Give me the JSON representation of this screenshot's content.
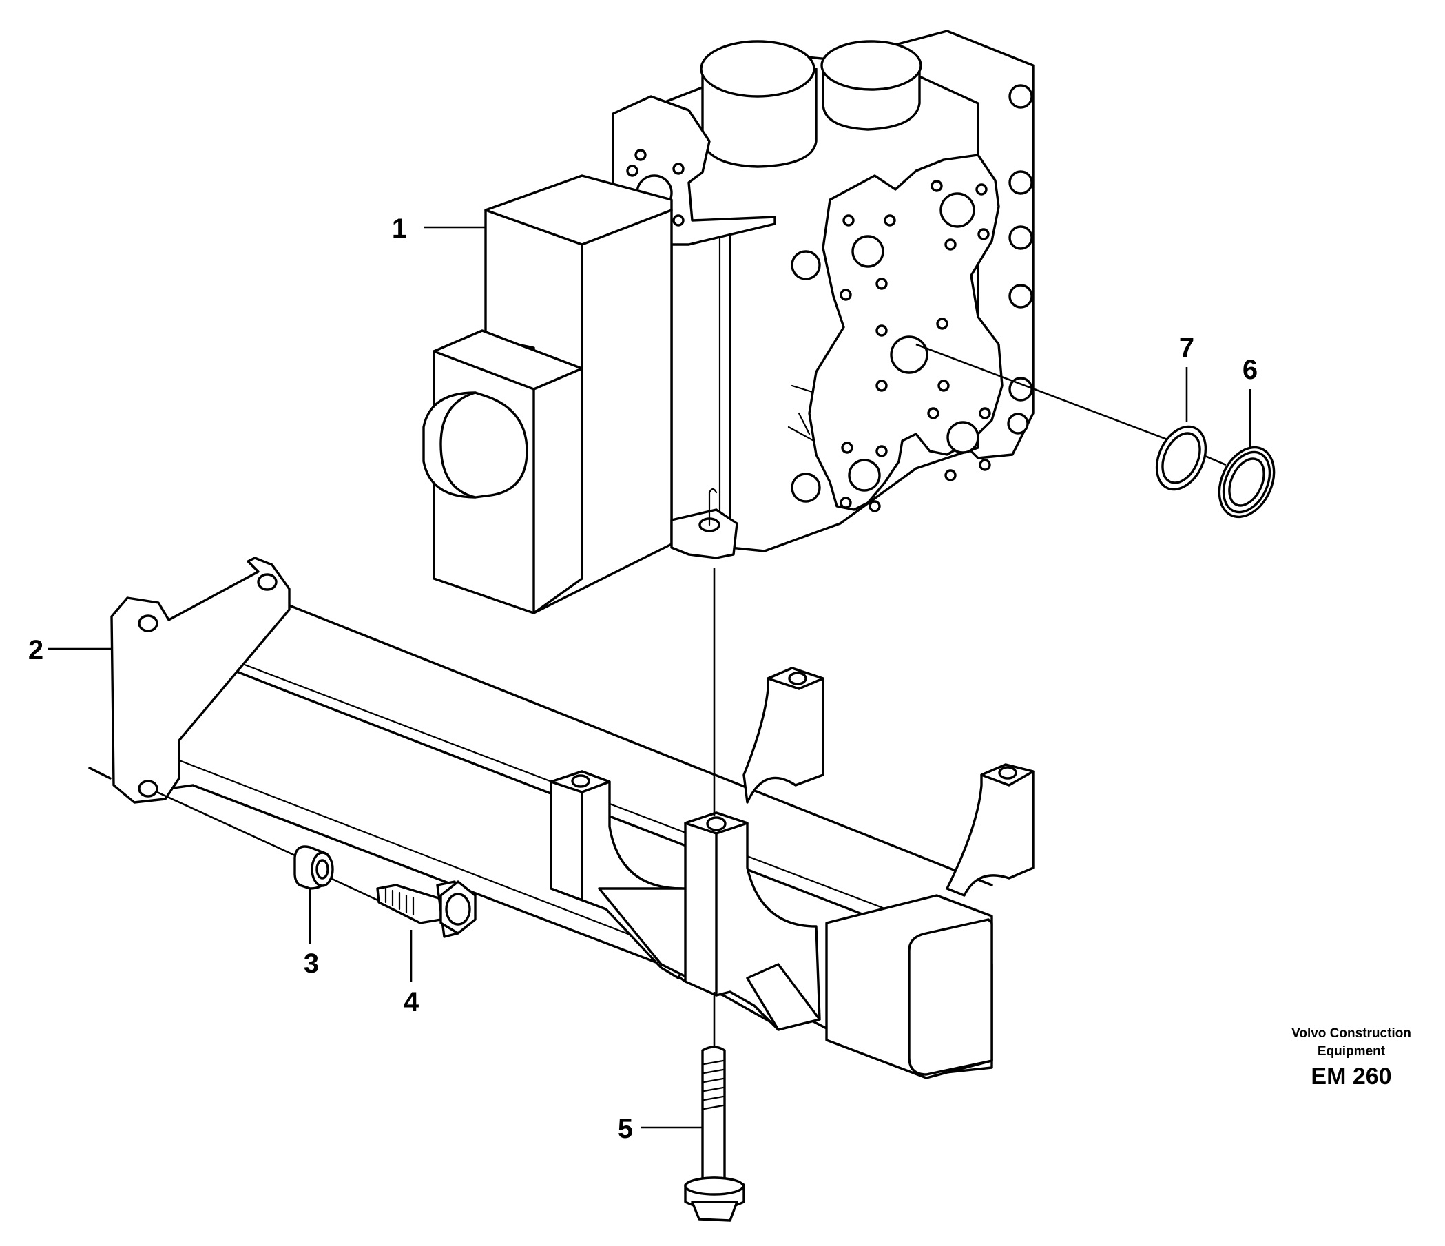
{
  "callouts": [
    {
      "number": "1",
      "part": "valve-body"
    },
    {
      "number": "2",
      "part": "bracket-beam"
    },
    {
      "number": "3",
      "part": "spacer-sleeve"
    },
    {
      "number": "4",
      "part": "flange-screw-short"
    },
    {
      "number": "5",
      "part": "flange-screw-long"
    },
    {
      "number": "6",
      "part": "sealing-washer"
    },
    {
      "number": "7",
      "part": "o-ring"
    }
  ],
  "publisher": {
    "line1": "Volvo Construction",
    "line2": "Equipment",
    "code": "EM 260"
  }
}
